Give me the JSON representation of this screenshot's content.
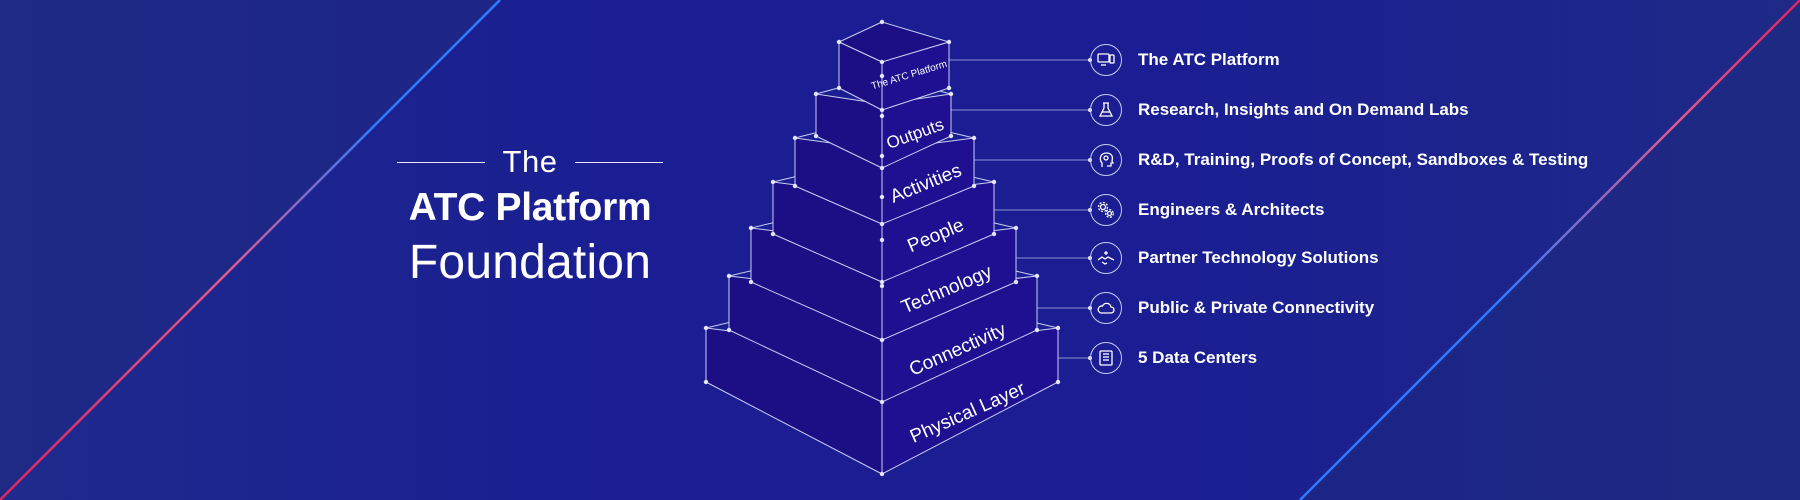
{
  "title": {
    "line1": "The",
    "line2": "ATC Platform",
    "line3": "Foundation"
  },
  "pyramid": {
    "layers": [
      "The ATC Platform",
      "Outputs",
      "Activities",
      "People",
      "Technology",
      "Connectivity",
      "Physical Layer"
    ]
  },
  "legend": {
    "items": [
      {
        "label": "The ATC Platform",
        "icon": "monitor-icon"
      },
      {
        "label": "Research, Insights and On Demand Labs",
        "icon": "flask-icon"
      },
      {
        "label": "R&D, Training, Proofs of Concept, Sandboxes & Testing",
        "icon": "head-brain-icon"
      },
      {
        "label": "Engineers & Architects",
        "icon": "gears-icon"
      },
      {
        "label": "Partner Technology Solutions",
        "icon": "handshake-icon"
      },
      {
        "label": "Public & Private Connectivity",
        "icon": "cloud-icon"
      },
      {
        "label": "5 Data Centers",
        "icon": "server-icon"
      }
    ]
  },
  "colors": {
    "background": "#1a1f8c",
    "pyramid_face": "#1c0f86",
    "line": "#c9cdf4",
    "text": "#ffffff",
    "accent_red": "#e0245e",
    "accent_blue": "#2f7bff"
  }
}
